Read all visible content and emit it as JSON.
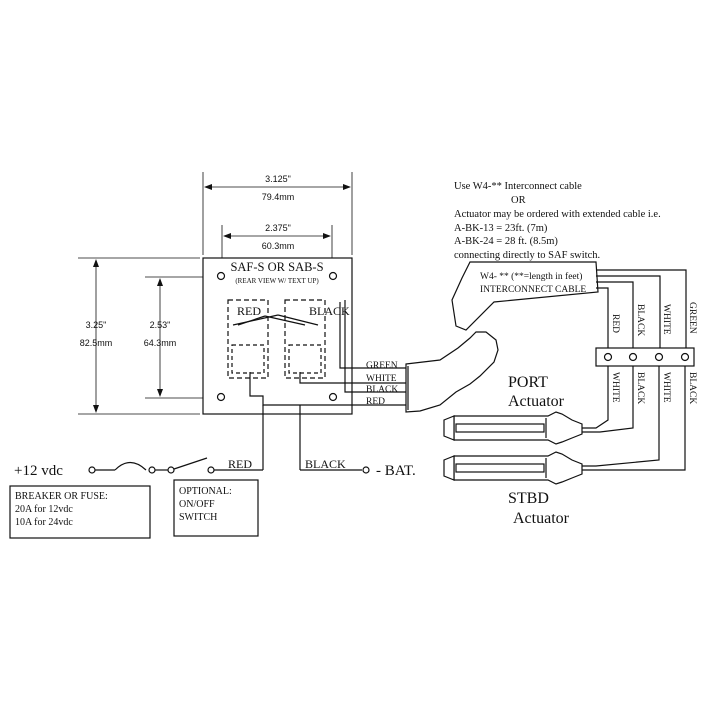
{
  "panel": {
    "title": "SAF-S OR SAB-S",
    "subtitle": "(REAR VIEW W/ TEXT UP)",
    "switch_left_label": "RED",
    "switch_right_label": "BLACK"
  },
  "dimensions": {
    "outer_width_in": "3.125\"",
    "outer_width_mm": "79.4mm",
    "inner_width_in": "2.375\"",
    "inner_width_mm": "60.3mm",
    "outer_height_in": "3.25\"",
    "outer_height_mm": "82.5mm",
    "inner_height_in": "2.53\"",
    "inner_height_mm": "64.3mm"
  },
  "panel_wires": [
    "GREEN",
    "WHITE",
    "BLACK",
    "RED"
  ],
  "note": {
    "lines": [
      "Use W4-** Interconnect cable",
      "OR",
      "Actuator may be ordered with extended cable i.e.",
      "A-BK-13 = 23ft. (7m)",
      "A-BK-24 = 28 ft. (8.5m)",
      "connecting directly to SAF switch."
    ]
  },
  "cable": {
    "label_line1": "W4- ** (**=length in feet)",
    "label_line2": "INTERCONNECT CABLE"
  },
  "terminal_top_labels": [
    "RED",
    "BLACK",
    "WHITE",
    "GREEN"
  ],
  "terminal_bottom_labels": [
    "WHITE",
    "BLACK",
    "WHITE",
    "BLACK"
  ],
  "actuators": {
    "port_line1": "PORT",
    "port_line2": "Actuator",
    "stbd_line1": "STBD",
    "stbd_line2": "Actuator"
  },
  "power": {
    "supply": "+12 vdc",
    "red_label": "RED",
    "black_label": "BLACK",
    "battery": "- BAT.",
    "breaker_lines": [
      "BREAKER OR FUSE:",
      "20A for 12vdc",
      "10A for 24vdc"
    ],
    "switch_lines": [
      "OPTIONAL:",
      "ON/OFF",
      "SWITCH"
    ]
  }
}
